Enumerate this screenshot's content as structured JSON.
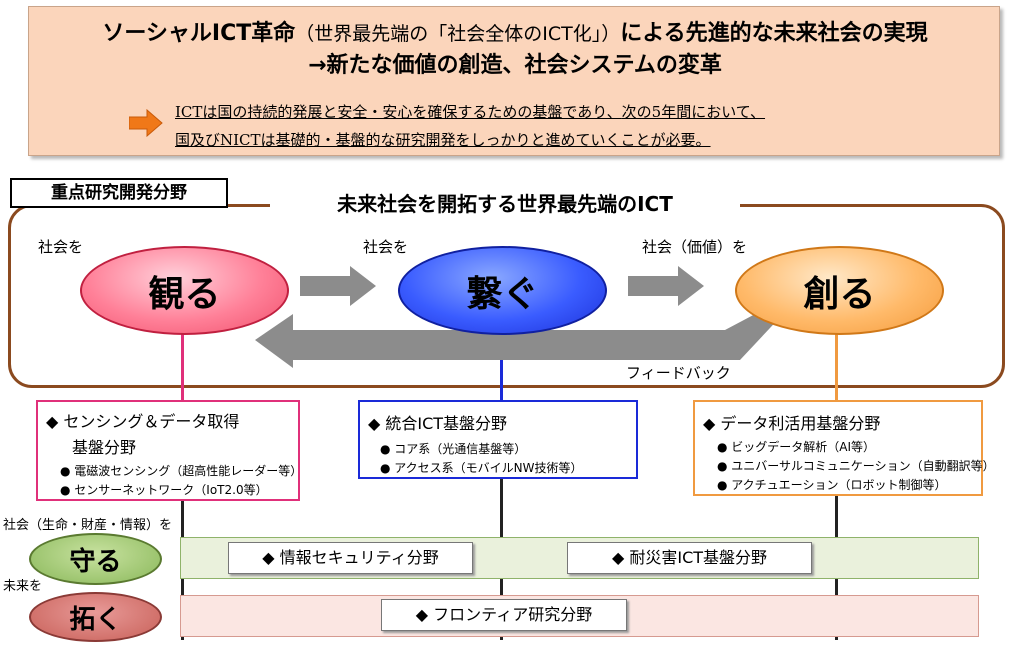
{
  "header": {
    "title_bold1": "ソーシャルICT革命",
    "title_paren": "（世界最先端の「社会全体のICT化」）",
    "title_bold2": "による先進的な未来社会の実現",
    "subtitle": "→新たな価値の創造、社会システムの変革",
    "line1_a": "ICTは国の持続的発展と安全・安心を確保するための基盤であり、",
    "line1_b": "次の5年間において、",
    "line2": "国及びNICTは基礎的・基盤的な研究開発をしっかりと進めていくことが必要。"
  },
  "field_label": "重点研究開発分野",
  "frame_title": "未来社会を開拓する世界最先端のICT",
  "cycle": {
    "label1": "社会を",
    "label2": "社会を",
    "label3": "社会（価値）を",
    "miru": "観る",
    "tsunagu": "繋ぐ",
    "tsukuru": "創る",
    "feedback": "フィードバック"
  },
  "boxes": {
    "sensing": {
      "head1": "◆ センシング＆データ取得",
      "head2": "基盤分野",
      "items": [
        "●  電磁波センシング（超高性能レーダー等）",
        "●  センサーネットワーク（IoT2.0等）"
      ]
    },
    "integrated": {
      "head": "◆ 統合ICT基盤分野",
      "items": [
        "●  コア系（光通信基盤等）",
        "●  アクセス系（モバイルNW技術等）"
      ]
    },
    "data": {
      "head": "◆ データ利活用基盤分野",
      "items": [
        "●  ビッグデータ解析（AI等）",
        "●  ユニバーサルコミュニケーション（自動翻訳等）",
        "●  アクチュエーション（ロボット制御等）"
      ]
    }
  },
  "bottom": {
    "society_label": "社会（生命・財産・情報）を",
    "mamoru": "守る",
    "security": "◆  情報セキュリティ分野",
    "disaster": "◆  耐災害ICT基盤分野",
    "future_label": "未来を",
    "hiraku": "拓く",
    "frontier": "◆  フロンティア研究分野"
  },
  "colors": {
    "header_bg": "#fbd5bb",
    "frame": "#8b4a1f",
    "pink": "#e0307a",
    "blue": "#1a2ad8",
    "orange": "#f09a40",
    "arrow_gray": "#8c8c8c"
  }
}
